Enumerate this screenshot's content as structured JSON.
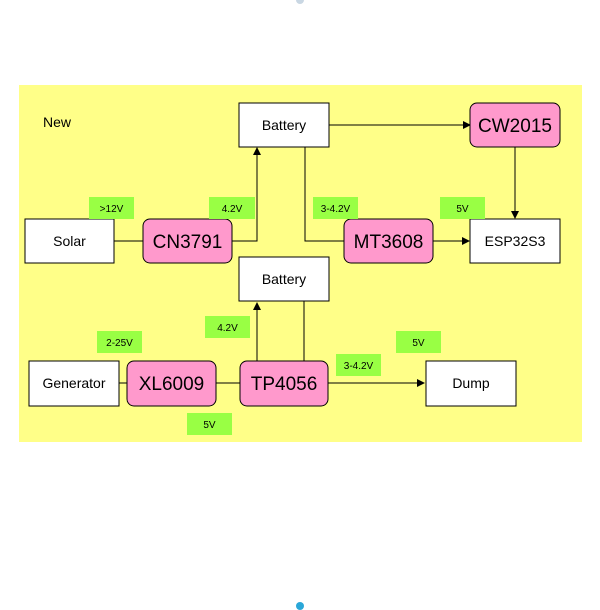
{
  "diagram": {
    "section_label": "New",
    "nodes": {
      "battery_top": "Battery",
      "cw2015": "CW2015",
      "solar": "Solar",
      "cn3791": "CN3791",
      "mt3608": "MT3608",
      "esp32s3": "ESP32S3",
      "battery_mid": "Battery",
      "generator": "Generator",
      "xl6009": "XL6009",
      "tp4056": "TP4056",
      "dump": "Dump"
    },
    "labels": {
      "v_gt12": ">12V",
      "v_42_a": "4.2V",
      "v_3_42_a": "3-4.2V",
      "v_5_a": "5V",
      "v_2_25": "2-25V",
      "v_42_b": "4.2V",
      "v_5_b": "5V",
      "v_3_42_b": "3-4.2V",
      "v_5_c": "5V"
    },
    "colors": {
      "background_panel": "#ffff88",
      "chip_fill": "#ff99cc",
      "label_fill": "#99ff44",
      "box_fill": "#ffffff",
      "stroke": "#000000"
    }
  }
}
